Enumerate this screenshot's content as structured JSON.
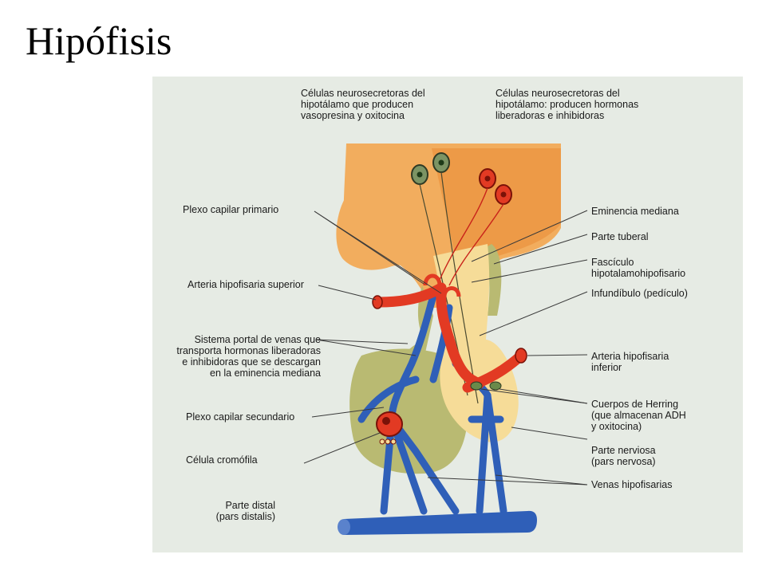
{
  "title": "Hipófisis",
  "colors": {
    "background": "#e6ebe4",
    "hypothalamus": "#f2ad5e",
    "hypothalamus_dark": "#ea8a34",
    "adenohypophysis": "#b9ba72",
    "neurohypophysis": "#f6dc98",
    "artery": "#e23a23",
    "vein": "#2f5fb8"
  },
  "labels": {
    "top_left": "Células neurosecretoras del\nhipotálamo que producen\nvasopresina y oxitocina",
    "top_right": "Células neurosecretoras del\nhipotálamo: producen hormonas\nliberadoras e inhibidoras",
    "plexo_primario": "Plexo capilar primario",
    "arteria_superior": "Arteria hipofisaria superior",
    "sistema_portal": "Sistema portal de venas que\ntransporta hormonas liberadoras\ne inhibidoras que se descargan\nen la eminencia mediana",
    "plexo_secundario": "Plexo capilar secundario",
    "celula_cromofila": "Célula cromófila",
    "parte_distal": "Parte distal\n(pars distalis)",
    "eminencia_mediana": "Eminencia mediana",
    "parte_tuberal": "Parte tuberal",
    "fasciculo": "Fascículo\nhipotalamohipofisario",
    "infundibulo": "Infundíbulo (pedículo)",
    "arteria_inferior": "Arteria hipofisaria\ninferior",
    "cuerpos_herring": "Cuerpos de Herring\n(que almacenan ADH\ny oxitocina)",
    "parte_nerviosa": "Parte nerviosa\n(pars nervosa)",
    "venas_hipofisarias": "Venas hipofisarias"
  }
}
